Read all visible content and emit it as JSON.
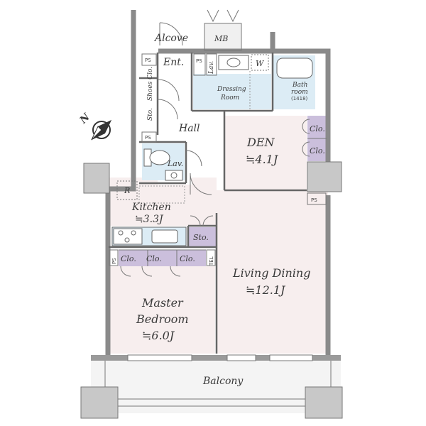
{
  "labels": {
    "alcove": "Alcove",
    "mb": "MB",
    "ent": "Ent.",
    "ps": "PS",
    "lav_small": "Lav.",
    "w": "W",
    "dressing_room": "Dressing",
    "dressing_room_2": "Room",
    "bathroom": "Bath",
    "bathroom_2": "room",
    "bathroom_size": "(1418)",
    "shoes_clo": "Shoes Clo.",
    "sto": "Sto.",
    "hall": "Hall",
    "lav": "Lav.",
    "den": "DEN",
    "den_area": "≒4.1J",
    "clo": "Clo.",
    "r": "R",
    "kitchen": "Kitchen",
    "kitchen_area": "≒3.3J",
    "tel": "TEL",
    "living_dining": "Living Dining",
    "living_dining_area": "≒12.1J",
    "master": "Master",
    "bedroom": "Bedroom",
    "master_area": "≒6.0J",
    "balcony": "Balcony"
  },
  "colors": {
    "wall": "#8a8a8a",
    "floor_pink": "#f7eeee",
    "wet_blue": "#dcecf5",
    "closet_purple": "#cbbfdc",
    "line": "#555555"
  },
  "compass": {
    "label": "N"
  }
}
